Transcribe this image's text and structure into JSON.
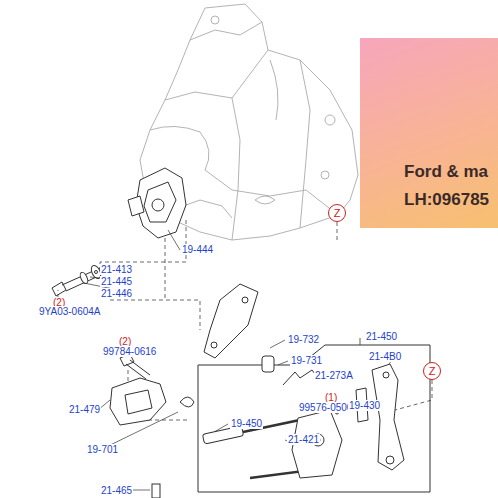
{
  "diagram": {
    "nodes": [
      {
        "text": [
          "Ford & ma",
          "LH:096785"
        ]
      },
      {
        "text": [
          "Z"
        ]
      },
      {
        "text": [
          "Z"
        ]
      }
    ],
    "labels": [
      "19-444",
      "21-413",
      "21-445",
      "21-446",
      "(2)",
      "9YA03-0604A",
      "19-732",
      "19-731",
      "21-273A",
      "21-450",
      "21-4B0",
      "(2)",
      "99784-0616",
      "(1)",
      "99576-0500",
      "19-430",
      "21-479",
      "19-450",
      "21-421",
      "19-701",
      "21-465"
    ]
  }
}
